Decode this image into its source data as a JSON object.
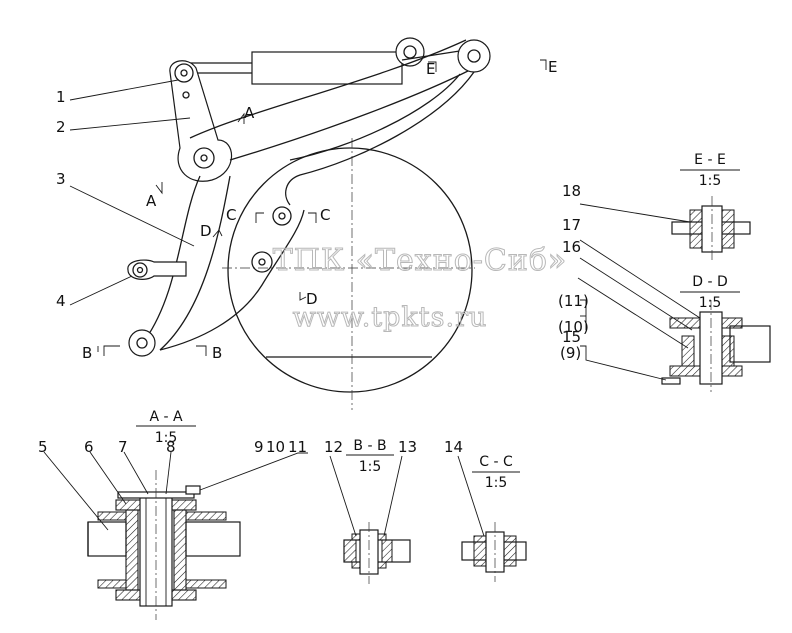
{
  "callouts": {
    "c1": "1",
    "c2": "2",
    "c3": "3",
    "c4": "4",
    "c5": "5",
    "c6": "6",
    "c7": "7",
    "c8": "8",
    "c9": "9",
    "c10": "10",
    "c11": "11",
    "c12": "12",
    "c13": "13",
    "c14": "14",
    "c15": "15",
    "c16": "16",
    "c17": "17",
    "c18": "18",
    "c11p": "(11)",
    "c10p": "(10)",
    "c9p": "(9)"
  },
  "cut_marks": {
    "a_top": "A",
    "a_bottom": "A",
    "b_left": "B",
    "b_right": "B",
    "c_left": "C",
    "c_right": "C",
    "d_top": "D",
    "d_bottom": "D",
    "e_left": "E",
    "e_right": "E"
  },
  "sections": {
    "aa": {
      "title": "A - A",
      "scale": "1:5"
    },
    "bb": {
      "title": "B - B",
      "scale": "1:5"
    },
    "cc": {
      "title": "C - C",
      "scale": "1:5"
    },
    "dd": {
      "title": "D - D",
      "scale": "1:5"
    },
    "ee": {
      "title": "E - E",
      "scale": "1:5"
    }
  },
  "watermark": {
    "line1": "ТПК «Техно-Сиб»",
    "line2": "www.tpkts.ru"
  }
}
